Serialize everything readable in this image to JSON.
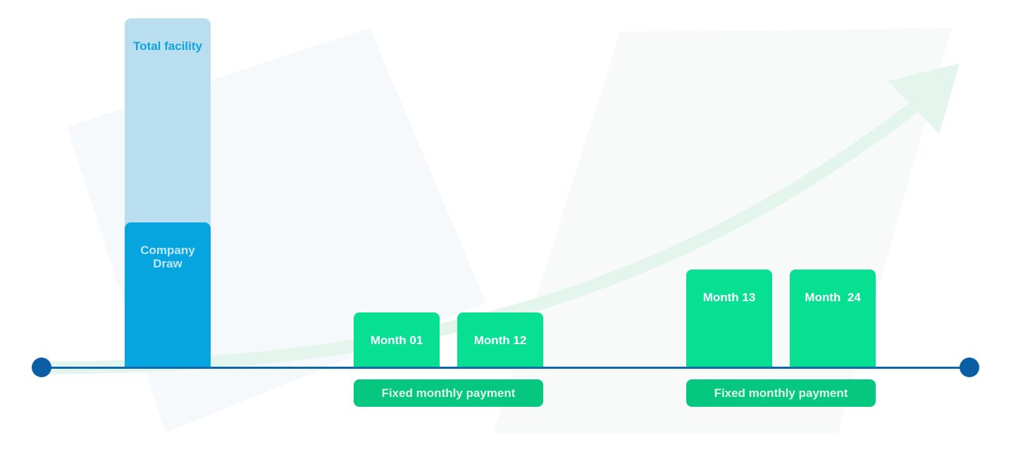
{
  "bars": {
    "total_facility": "Total facility",
    "company_draw": "Company Draw"
  },
  "months": {
    "m01": "Month 01",
    "m12": "Month 12",
    "m13": "Month 13",
    "m24": "Month  24"
  },
  "payments": {
    "first": "Fixed monthly payment",
    "second": "Fixed monthly payment"
  },
  "colors": {
    "facility": "#b8def0",
    "draw": "#06a5e0",
    "month": "#07df92",
    "payment": "#05c77f",
    "axis": "#0a66ad",
    "growth_arrow": "#e3f5ec"
  }
}
